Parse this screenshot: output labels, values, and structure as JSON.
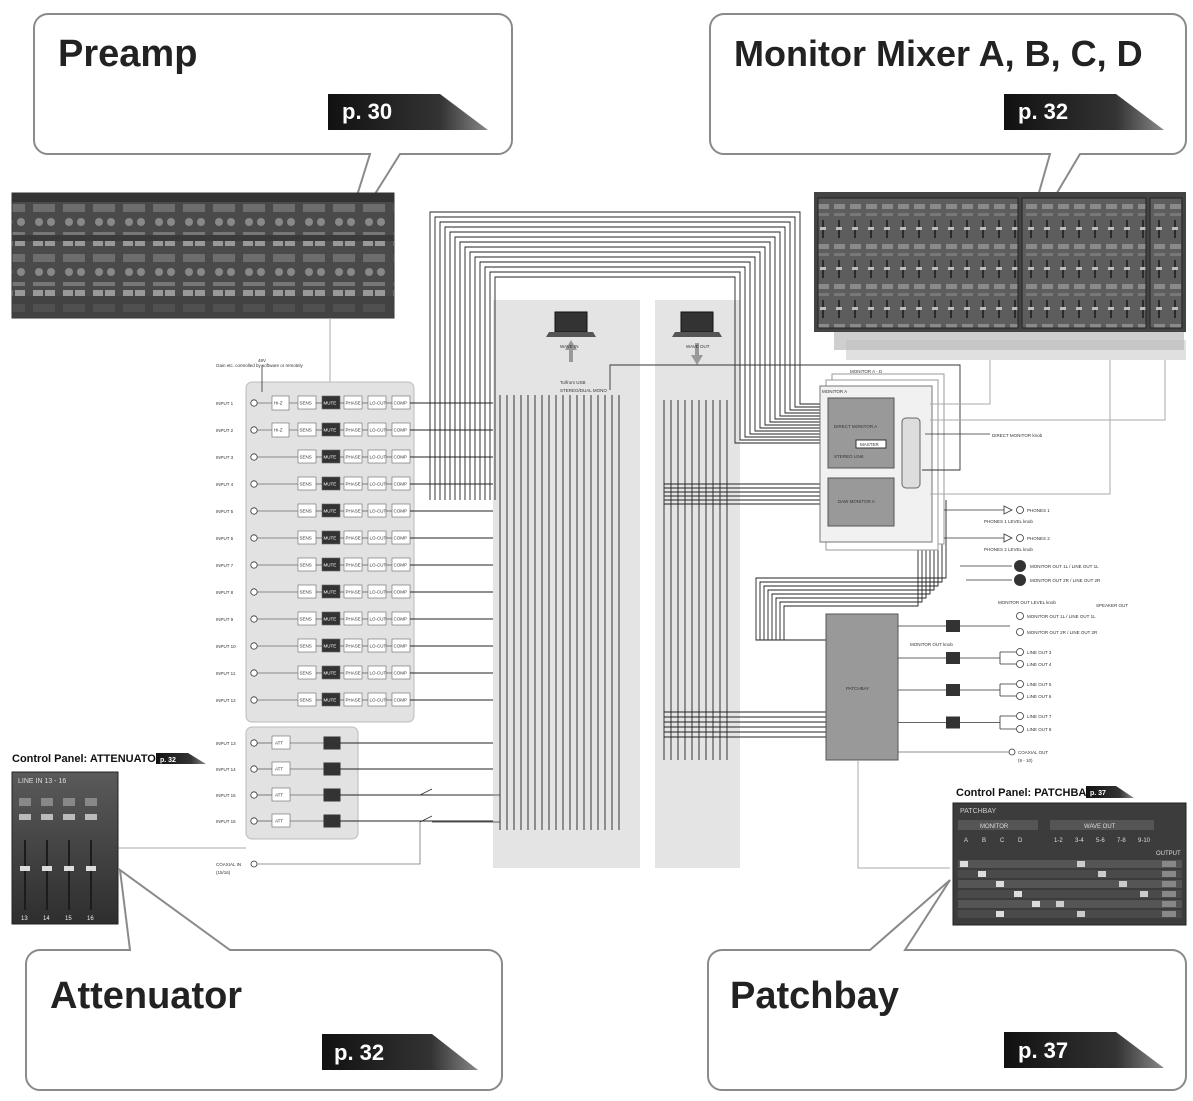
{
  "callouts": {
    "preamp": {
      "title": "Preamp",
      "page": "p. 30"
    },
    "monitor_mixer": {
      "title": "Monitor Mixer A, B, C, D",
      "page": "p. 32"
    },
    "attenuator": {
      "title": "Attenuator",
      "page": "p. 32"
    },
    "patchbay": {
      "title": "Patchbay",
      "page": "p. 37"
    }
  },
  "control_panels": {
    "attenuator": {
      "label": "Control Panel: ATTENUATOR",
      "page": "p. 32",
      "screen_title": "LINE IN 13 - 16",
      "channel_numbers": [
        "13",
        "14",
        "15",
        "16"
      ]
    },
    "patchbay": {
      "label": "Control Panel: PATCHBAY",
      "page": "p. 37",
      "screen_title": "PATCHBAY",
      "columns_left": "MONITOR",
      "columns_right": "WAVE OUT",
      "col_letters": [
        "A",
        "B",
        "C",
        "D"
      ],
      "col_pairs": [
        "1-2",
        "3-4",
        "5-6",
        "7-8",
        "9-10"
      ],
      "output_label": "OUTPUT"
    }
  },
  "inputs": {
    "note": "Gain etc. controlled by software or remotely",
    "phantom": "48V",
    "mic_channels": [
      "INPUT 1",
      "INPUT 2",
      "INPUT 3",
      "INPUT 4",
      "INPUT 5",
      "INPUT 6",
      "INPUT 7",
      "INPUT 8",
      "INPUT 9",
      "INPUT 10",
      "INPUT 11",
      "INPUT 12"
    ],
    "line_channels": [
      "INPUT 13",
      "INPUT 14",
      "INPUT 15",
      "INPUT 16"
    ],
    "coaxial_in": "COAXIAL IN",
    "coaxial_in_sub": "(15/16)",
    "chain_blocks": [
      "SENS",
      "MUTE",
      "PHASE",
      "LO-CUT",
      "COMP"
    ],
    "hiz_label": "Hi-Z",
    "att_label": "ATT"
  },
  "center": {
    "wave_in": "WAVE IN",
    "wave_out": "WAVE OUT",
    "usb_note": "To/from USB",
    "usb_sub": "STEREO/DUAL MONO"
  },
  "monitor": {
    "box_title": "MONITOR A - D",
    "sub_title": "MONITOR A",
    "direct_monitor": "DIRECT MONITOR A",
    "daw_monitor": "DAW MONITOR A",
    "direct_monitor_knob": "DIRECT MONITOR knob",
    "stereo_link": "STEREO LINK",
    "master": "MASTER"
  },
  "outputs": {
    "phones": [
      "PHONES 1",
      "PHONES 2"
    ],
    "phones_level": [
      "PHONES 1 LEVEL knob",
      "PHONES 2 LEVEL knob"
    ],
    "monitor_outs": [
      "MONITOR OUT 1L / LINE OUT 1L",
      "MONITOR OUT 2R / LINE OUT 2R"
    ],
    "monitor_outs_b": [
      "MONITOR OUT 1L / LINE OUT 1L",
      "MONITOR OUT 2R / LINE OUT 2R"
    ],
    "monitor_out_level": "MONITOR OUT LEVEL knob",
    "speaker_note": "SPEAKER OUT",
    "monitor_out_knob": "MONITOR OUT knob",
    "line_outs": [
      "LINE OUT 3",
      "LINE OUT 4",
      "LINE OUT 5",
      "LINE OUT 6",
      "LINE OUT 7",
      "LINE OUT 8"
    ],
    "coaxial_out": "COAXIAL OUT",
    "coaxial_out_sub": "(9 - 10)",
    "patchbay_box": "PATCHBAY"
  }
}
